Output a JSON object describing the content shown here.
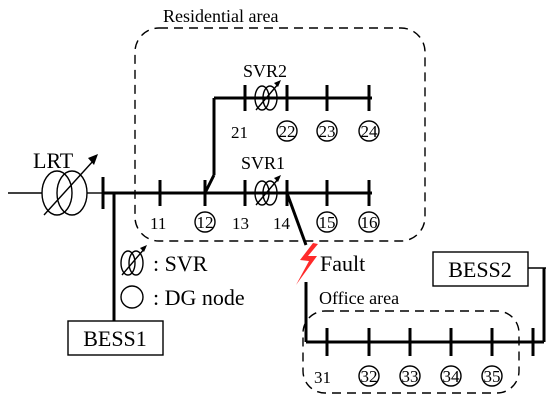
{
  "areas": {
    "residential": "Residential area",
    "office": "Office area"
  },
  "devices": {
    "lrt": "LRT",
    "svr2": "SVR2",
    "svr1": "SVR1",
    "bess1": "BESS1",
    "bess2": "BESS2"
  },
  "nodes": {
    "n11": "11",
    "n12": "12",
    "n13": "13",
    "n14": "14",
    "n15": "15",
    "n16": "16",
    "n21": "21",
    "n22": "22",
    "n23": "23",
    "n24": "24",
    "n31": "31",
    "n32": "32",
    "n33": "33",
    "n34": "34",
    "n35": "35"
  },
  "fault": {
    "label": "Fault",
    "color": "#ff2a2a"
  },
  "legend": {
    "svr": ": SVR",
    "dg": ": DG node"
  }
}
